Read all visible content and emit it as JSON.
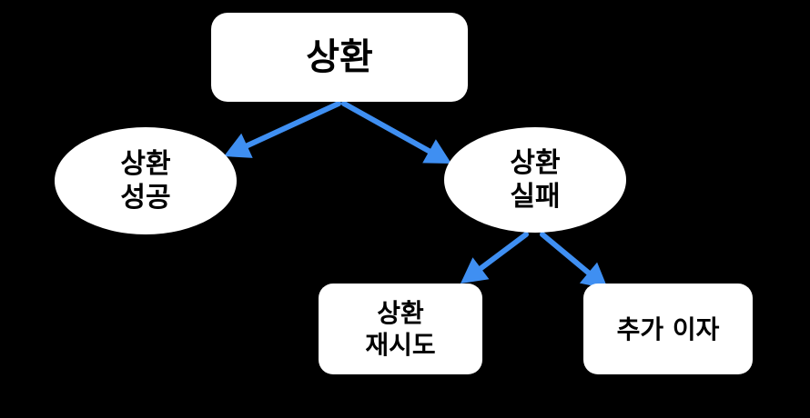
{
  "colors": {
    "background": "#000000",
    "node_fill": "#ffffff",
    "node_text": "#000000",
    "arrow": "#3f8ff2"
  },
  "nodes": {
    "root": {
      "label": "상환"
    },
    "success": {
      "line1": "상환",
      "line2": "성공"
    },
    "failure": {
      "line1": "상환",
      "line2": "실패"
    },
    "retry": {
      "line1": "상환",
      "line2": "재시도"
    },
    "interest": {
      "label": "추가 이자"
    }
  },
  "edges": [
    {
      "from": "root",
      "to": "success"
    },
    {
      "from": "root",
      "to": "failure"
    },
    {
      "from": "failure",
      "to": "retry"
    },
    {
      "from": "failure",
      "to": "interest"
    }
  ]
}
